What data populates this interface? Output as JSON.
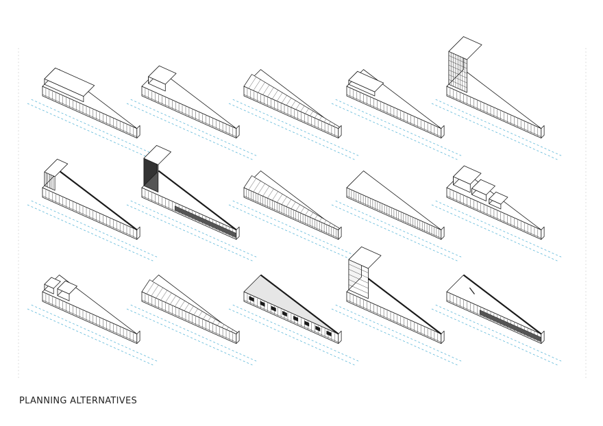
{
  "caption": "PLANNING ALTERNATIVES",
  "colors": {
    "ink": "#1a1a1a",
    "guide": "#5ab6d8",
    "frame": "#d6d6d6",
    "shade": "#555555"
  },
  "alternatives": [
    {
      "variant": "stepped-lid"
    },
    {
      "variant": "folded-roof"
    },
    {
      "variant": "ridge"
    },
    {
      "variant": "three-blocks"
    },
    {
      "variant": "tower-grid"
    },
    {
      "variant": "striped-end"
    },
    {
      "variant": "dark-tower"
    },
    {
      "variant": "long-ridge"
    },
    {
      "variant": "flat-roof"
    },
    {
      "variant": "stacked-boxes"
    },
    {
      "variant": "small-houses"
    },
    {
      "variant": "full-ridge"
    },
    {
      "variant": "checkered"
    },
    {
      "variant": "tall-tower"
    },
    {
      "variant": "dark-stripe"
    }
  ]
}
